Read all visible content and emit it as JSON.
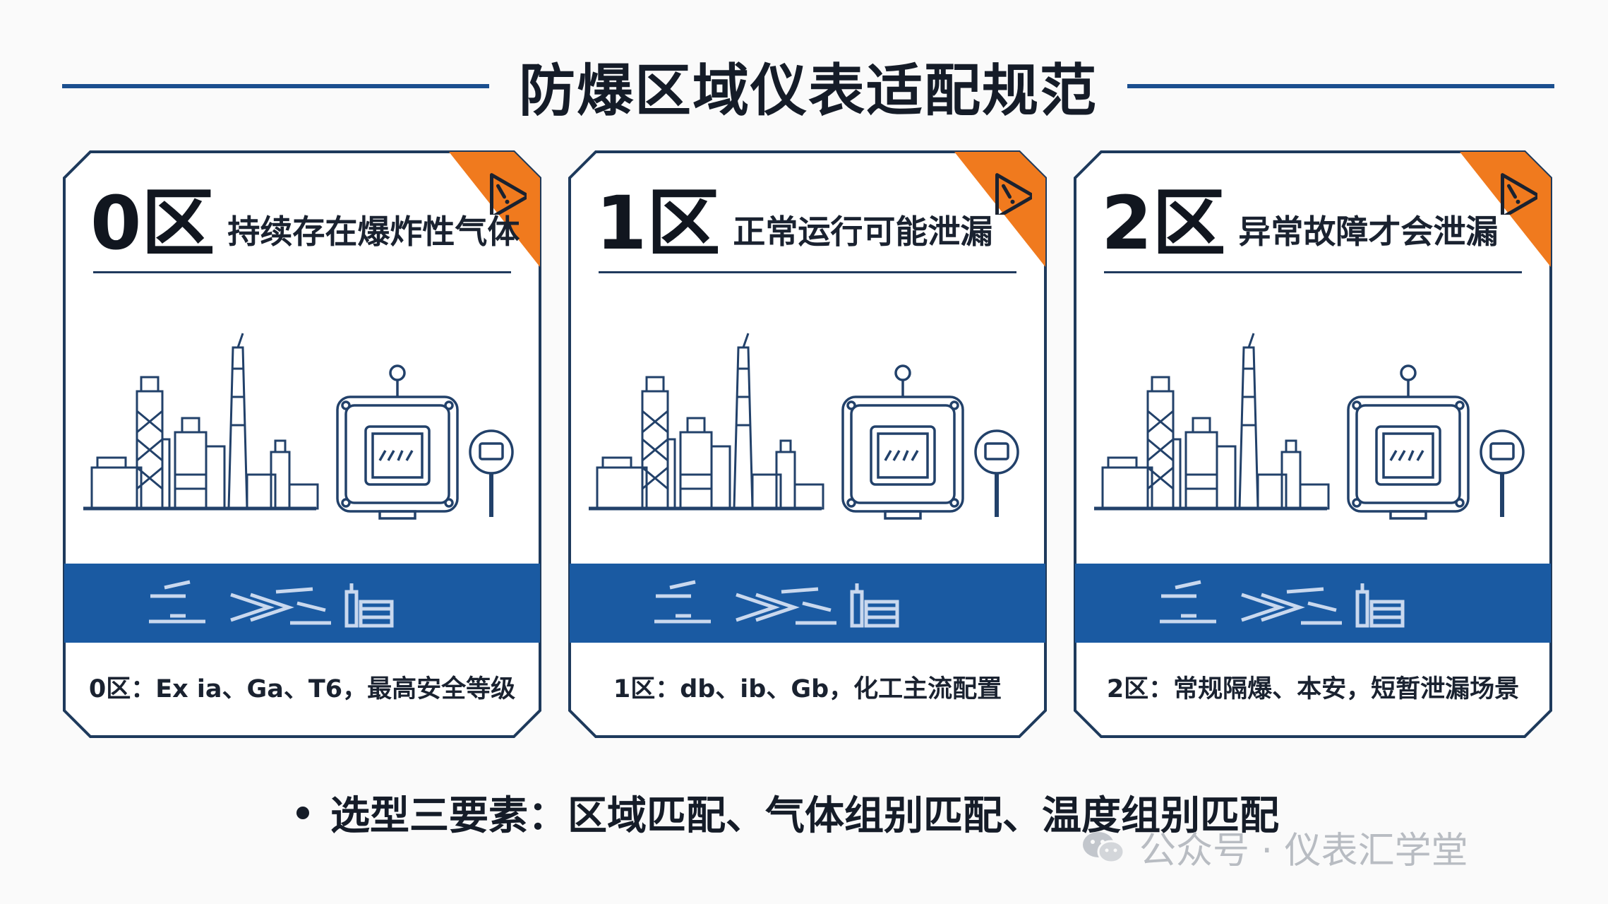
{
  "title": "防爆区域仪表适配规范",
  "cards": [
    {
      "zone": "0区",
      "description": "持续存在爆炸性气体",
      "footer": "0区：Ex ia、Ga、T6，最高安全等级"
    },
    {
      "zone": "1区",
      "description": "正常运行可能泄漏",
      "footer": "1区：db、ib、Gb，化工主流配置"
    },
    {
      "zone": "2区",
      "description": "异常故障才会泄漏",
      "footer": "2区：常规隔爆、本安，短暂泄漏场景"
    }
  ],
  "bullet": "选型三要素：区域匹配、气体组别匹配、温度组别匹配",
  "watermark": "公众号 · 仪表汇学堂",
  "icons": {
    "warning": "warning-icon",
    "plant": "chemical-plant-icon",
    "transmitter": "explosion-proof-instrument-icon",
    "gauge": "handheld-gauge-icon",
    "flow_left": "pipe-flow-icon",
    "flow_right": "flow-arrows-icon",
    "tank": "tank-icon",
    "wechat": "wechat-icon"
  },
  "colors": {
    "accent": "#1b4f8f",
    "band": "#1a5aa2",
    "warning": "#f07a1e",
    "frame": "#1e3a5c"
  }
}
